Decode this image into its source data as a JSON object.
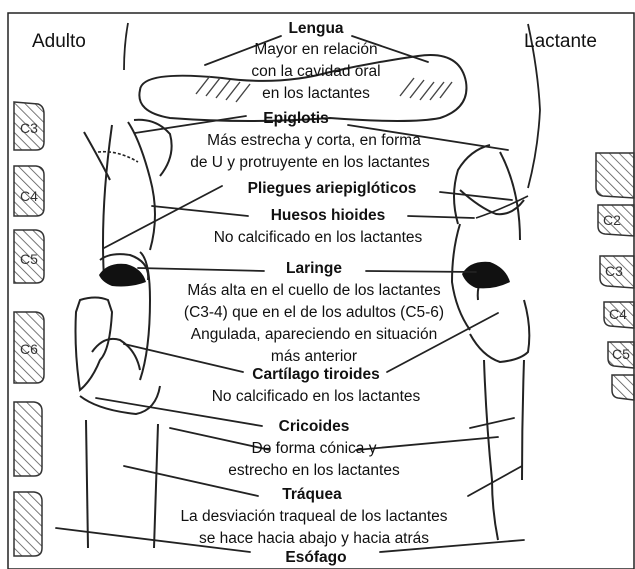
{
  "headers": {
    "left": "Adulto",
    "right": "Lactante"
  },
  "vertebrae_left": [
    "C3",
    "C4",
    "C5",
    "C6"
  ],
  "vertebrae_right": [
    "C2",
    "C3",
    "C4",
    "C5"
  ],
  "structures": {
    "lengua": {
      "title": "Lengua",
      "desc": [
        "Mayor en relación",
        "con la cavidad oral",
        "en los lactantes"
      ]
    },
    "epiglotis": {
      "title": "Epiglotis",
      "desc": [
        "Más estrecha y corta, en forma",
        "de U y protruyente  en los lactantes"
      ]
    },
    "pliegues": {
      "title": "Pliegues ariepiglóticos"
    },
    "hioides": {
      "title": "Huesos hioides",
      "desc": [
        "No calcificado en los lactantes"
      ]
    },
    "laringe": {
      "title": "Laringe",
      "desc": [
        "Más alta en el cuello de los lactantes",
        "(C3-4) que en el de los adultos (C5-6)",
        "Angulada, apareciendo en situación",
        "más anterior"
      ]
    },
    "tiroides": {
      "title": "Cartílago tiroides",
      "desc": [
        "No calcificado en los lactantes"
      ]
    },
    "cricoides": {
      "title": "Cricoides",
      "desc": [
        "De forma cónica y",
        "estrecho en los lactantes"
      ]
    },
    "traquea": {
      "title": "Tráquea",
      "desc": [
        "La desviación traqueal de los lactantes",
        "se hace hacia abajo y hacia atrás"
      ]
    },
    "esofago": {
      "title": "Esófago"
    }
  }
}
